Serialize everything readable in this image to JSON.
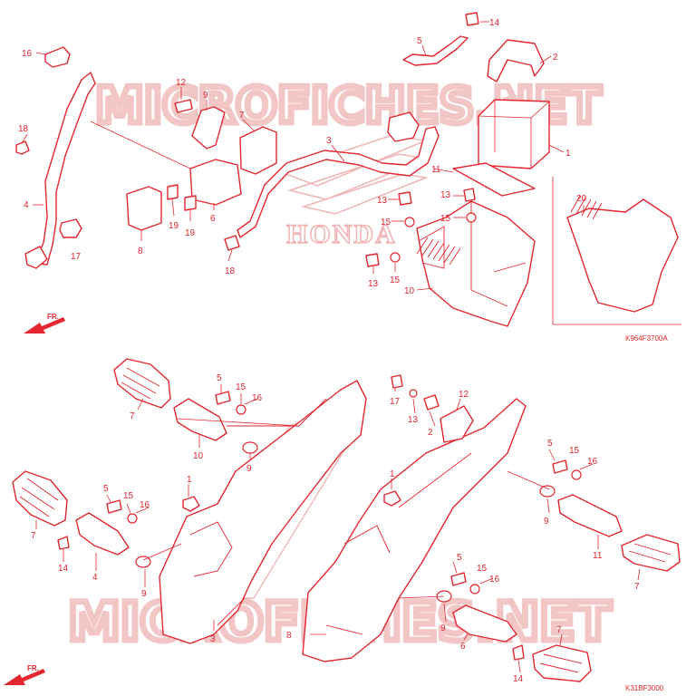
{
  "watermark": {
    "top_text": "MICROFICHES.NET",
    "bottom_text": "MICROFICHES.NET",
    "logo_text": "HONDA"
  },
  "direction_label": "FR.",
  "panels": {
    "top": {
      "code": "K964F3700A",
      "callouts": [
        {
          "id": "t16",
          "text": "16"
        },
        {
          "id": "t18a",
          "text": "18"
        },
        {
          "id": "t4",
          "text": "4"
        },
        {
          "id": "t17",
          "text": "17"
        },
        {
          "id": "t12",
          "text": "12"
        },
        {
          "id": "t9",
          "text": "9"
        },
        {
          "id": "t7",
          "text": "7"
        },
        {
          "id": "t8",
          "text": "8"
        },
        {
          "id": "t19a",
          "text": "19"
        },
        {
          "id": "t19b",
          "text": "19"
        },
        {
          "id": "t6",
          "text": "6"
        },
        {
          "id": "t18b",
          "text": "18"
        },
        {
          "id": "t3",
          "text": "3"
        },
        {
          "id": "t5",
          "text": "5"
        },
        {
          "id": "t14",
          "text": "14"
        },
        {
          "id": "t2",
          "text": "2"
        },
        {
          "id": "t1",
          "text": "1"
        },
        {
          "id": "t11",
          "text": "11"
        },
        {
          "id": "t13a",
          "text": "13"
        },
        {
          "id": "t13b",
          "text": "13"
        },
        {
          "id": "t15a",
          "text": "15"
        },
        {
          "id": "t15b",
          "text": "15"
        },
        {
          "id": "t13c",
          "text": "13"
        },
        {
          "id": "t15c",
          "text": "15"
        },
        {
          "id": "t10",
          "text": "10"
        },
        {
          "id": "t20",
          "text": "20"
        }
      ]
    },
    "bottom": {
      "code": "K31BF3000",
      "callouts": [
        {
          "id": "b7a",
          "text": "7"
        },
        {
          "id": "b5a",
          "text": "5"
        },
        {
          "id": "b15a",
          "text": "15"
        },
        {
          "id": "b16a",
          "text": "16"
        },
        {
          "id": "b10",
          "text": "10"
        },
        {
          "id": "b9a",
          "text": "9"
        },
        {
          "id": "b7b",
          "text": "7"
        },
        {
          "id": "b5b",
          "text": "5"
        },
        {
          "id": "b15b",
          "text": "15"
        },
        {
          "id": "b16b",
          "text": "16"
        },
        {
          "id": "b14a",
          "text": "14"
        },
        {
          "id": "b4",
          "text": "4"
        },
        {
          "id": "b9b",
          "text": "9"
        },
        {
          "id": "b1a",
          "text": "1"
        },
        {
          "id": "b3",
          "text": "3"
        },
        {
          "id": "b17",
          "text": "17"
        },
        {
          "id": "b13",
          "text": "13"
        },
        {
          "id": "b12",
          "text": "12"
        },
        {
          "id": "b2",
          "text": "2"
        },
        {
          "id": "b1b",
          "text": "1"
        },
        {
          "id": "b5c",
          "text": "5"
        },
        {
          "id": "b15c",
          "text": "15"
        },
        {
          "id": "b16c",
          "text": "16"
        },
        {
          "id": "b9c",
          "text": "9"
        },
        {
          "id": "b11",
          "text": "11"
        },
        {
          "id": "b7c",
          "text": "7"
        },
        {
          "id": "b5d",
          "text": "5"
        },
        {
          "id": "b15d",
          "text": "15"
        },
        {
          "id": "b16d",
          "text": "16"
        },
        {
          "id": "b8",
          "text": "8"
        },
        {
          "id": "b9d",
          "text": "9"
        },
        {
          "id": "b6",
          "text": "6"
        },
        {
          "id": "b7d",
          "text": "7"
        },
        {
          "id": "b14b",
          "text": "14"
        }
      ]
    }
  },
  "colors": {
    "line": "#e3262f",
    "watermark": "#f3c6c6"
  }
}
